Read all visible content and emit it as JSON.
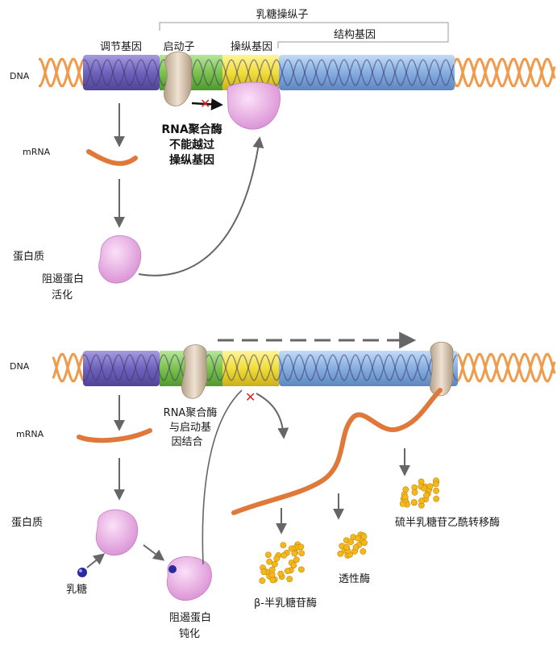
{
  "top": {
    "operon_label": "乳糖操纵子",
    "regulator_gene": "调节基因",
    "promoter": "启动子",
    "operator_gene": "操纵基因",
    "structural_genes": "结构基因",
    "dna": "DNA",
    "mrna": "mRNA",
    "protein": "蛋白质",
    "repressor_line1": "阻遏蛋白",
    "repressor_line2": "活化",
    "rnap_line1": "RNA聚合酶",
    "rnap_line2": "不能越过",
    "rnap_line3": "操纵基因"
  },
  "bottom": {
    "dna": "DNA",
    "mrna": "mRNA",
    "protein": "蛋白质",
    "lactose": "乳糖",
    "rnap_line1": "RNA聚合酶",
    "rnap_line2": "与启动基",
    "rnap_line3": "因结合",
    "repressor_line1": "阻遏蛋白",
    "repressor_line2": "钝化",
    "beta_gal": "β-半乳糖苷酶",
    "permease": "透性酶",
    "transacetylase": "硫半乳糖苷乙酰转移酶"
  },
  "colors": {
    "regulator": "#7b6fc4",
    "promoter": "#86c95a",
    "operator": "#f2e24a",
    "structural": "#86aee0",
    "strand": "#f09a4c",
    "mrna": "#e0783a",
    "repressor": "#e6a8e0",
    "polymerase": "#d8c3ac",
    "enzyme": "#f2b81e",
    "arrow": "#666666",
    "stop_mark": "#e02020"
  }
}
